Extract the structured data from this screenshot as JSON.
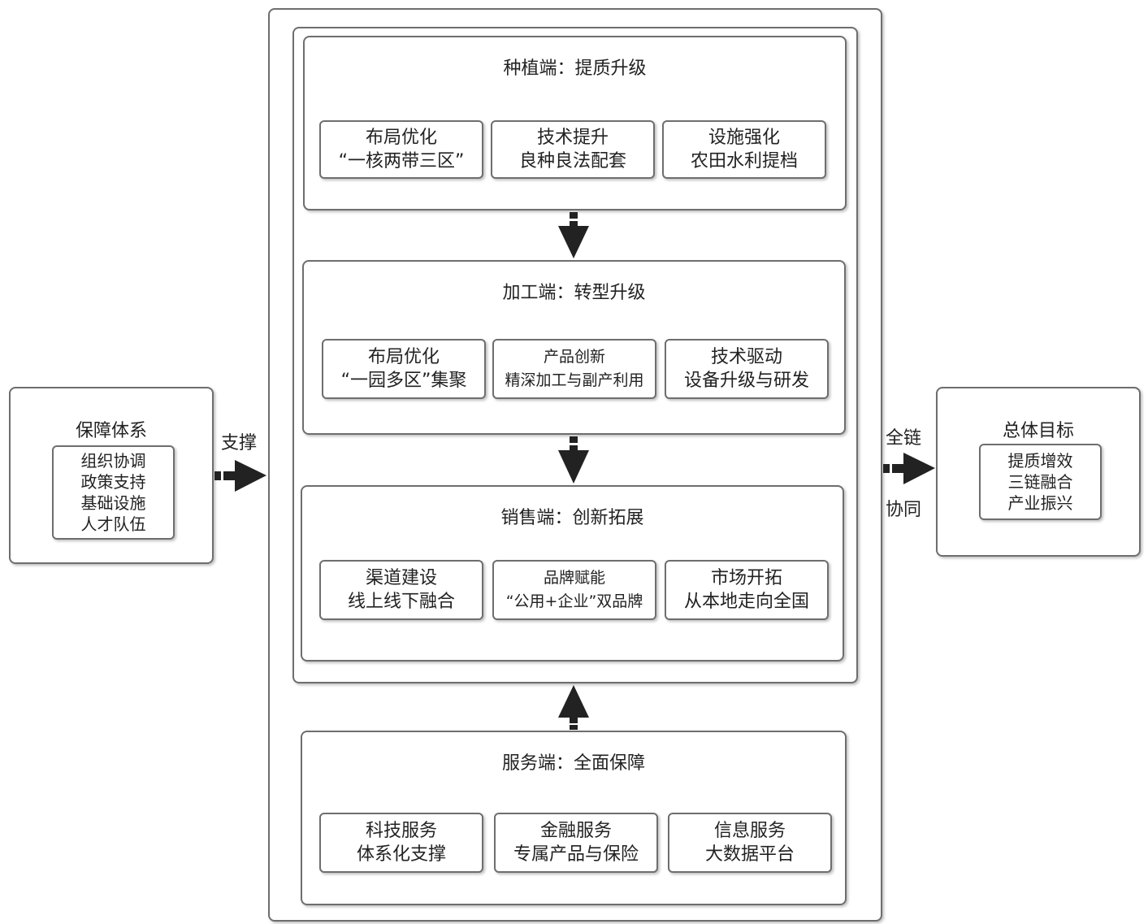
{
  "support": {
    "title": "保障体系",
    "items": [
      "组织协调",
      "政策支持",
      "基础设施",
      "人才队伍"
    ]
  },
  "support_arrow_label": "支撑",
  "planting": {
    "title": "种植端：提质升级",
    "items": [
      {
        "line1": "布局优化",
        "line2": "“一核两带三区”"
      },
      {
        "line1": "技术提升",
        "line2": "良种良法配套"
      },
      {
        "line1": "设施强化",
        "line2": "农田水利提档"
      }
    ]
  },
  "processing": {
    "title": "加工端：转型升级",
    "items": [
      {
        "line1": "布局优化",
        "line2": "“一园多区”集聚"
      },
      {
        "line1": "产品创新",
        "line2": "精深加工与副产利用"
      },
      {
        "line1": "技术驱动",
        "line2": "设备升级与研发"
      }
    ]
  },
  "sales": {
    "title": "销售端：创新拓展",
    "items": [
      {
        "line1": "渠道建设",
        "line2": "线上线下融合"
      },
      {
        "line1": "品牌赋能",
        "line2": "“公用+企业”双品牌"
      },
      {
        "line1": "市场开拓",
        "line2": "从本地走向全国"
      }
    ]
  },
  "service": {
    "title": "服务端：全面保障",
    "items": [
      {
        "line1": "科技服务",
        "line2": "体系化支撑"
      },
      {
        "line1": "金融服务",
        "line2": "专属产品与保险"
      },
      {
        "line1": "信息服务",
        "line2": "大数据平台"
      }
    ]
  },
  "goal_arrow_label_top": "全链",
  "goal_arrow_label_bottom": "协同",
  "goal": {
    "title": "总体目标",
    "items": [
      "提质增效",
      "三链融合",
      "产业振兴"
    ]
  }
}
